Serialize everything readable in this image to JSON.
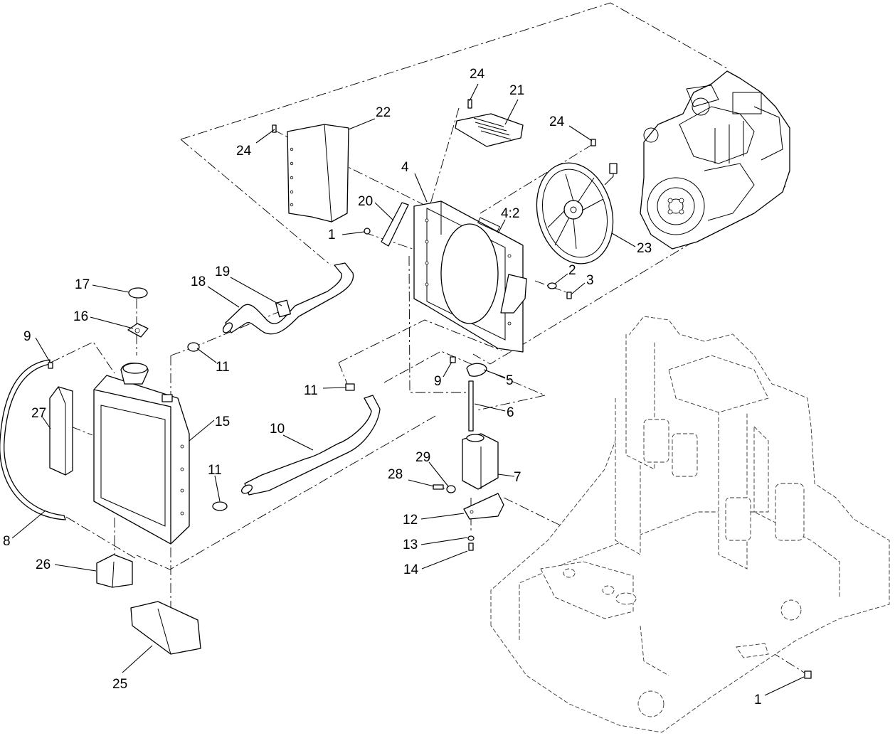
{
  "callouts": [
    {
      "id": "c24a",
      "text": "24"
    },
    {
      "id": "c21",
      "text": "21"
    },
    {
      "id": "c22",
      "text": "22"
    },
    {
      "id": "c24b",
      "text": "24"
    },
    {
      "id": "c24c",
      "text": "24"
    },
    {
      "id": "c4",
      "text": "4"
    },
    {
      "id": "c20",
      "text": "20"
    },
    {
      "id": "c42",
      "text": "4:2"
    },
    {
      "id": "c1a",
      "text": "1"
    },
    {
      "id": "c23",
      "text": "23"
    },
    {
      "id": "c2",
      "text": "2"
    },
    {
      "id": "c3",
      "text": "3"
    },
    {
      "id": "c19",
      "text": "19"
    },
    {
      "id": "c18",
      "text": "18"
    },
    {
      "id": "c17",
      "text": "17"
    },
    {
      "id": "c16",
      "text": "16"
    },
    {
      "id": "c9a",
      "text": "9"
    },
    {
      "id": "c11a",
      "text": "11"
    },
    {
      "id": "c11b",
      "text": "11"
    },
    {
      "id": "c9b",
      "text": "9"
    },
    {
      "id": "c5",
      "text": "5"
    },
    {
      "id": "c6",
      "text": "6"
    },
    {
      "id": "c27",
      "text": "27"
    },
    {
      "id": "c15",
      "text": "15"
    },
    {
      "id": "c10",
      "text": "10"
    },
    {
      "id": "c11c",
      "text": "11"
    },
    {
      "id": "c29",
      "text": "29"
    },
    {
      "id": "c28",
      "text": "28"
    },
    {
      "id": "c7",
      "text": "7"
    },
    {
      "id": "c12",
      "text": "12"
    },
    {
      "id": "c8",
      "text": "8"
    },
    {
      "id": "c13",
      "text": "13"
    },
    {
      "id": "c26",
      "text": "26"
    },
    {
      "id": "c14",
      "text": "14"
    },
    {
      "id": "c25",
      "text": "25"
    },
    {
      "id": "c1b",
      "text": "1"
    }
  ]
}
